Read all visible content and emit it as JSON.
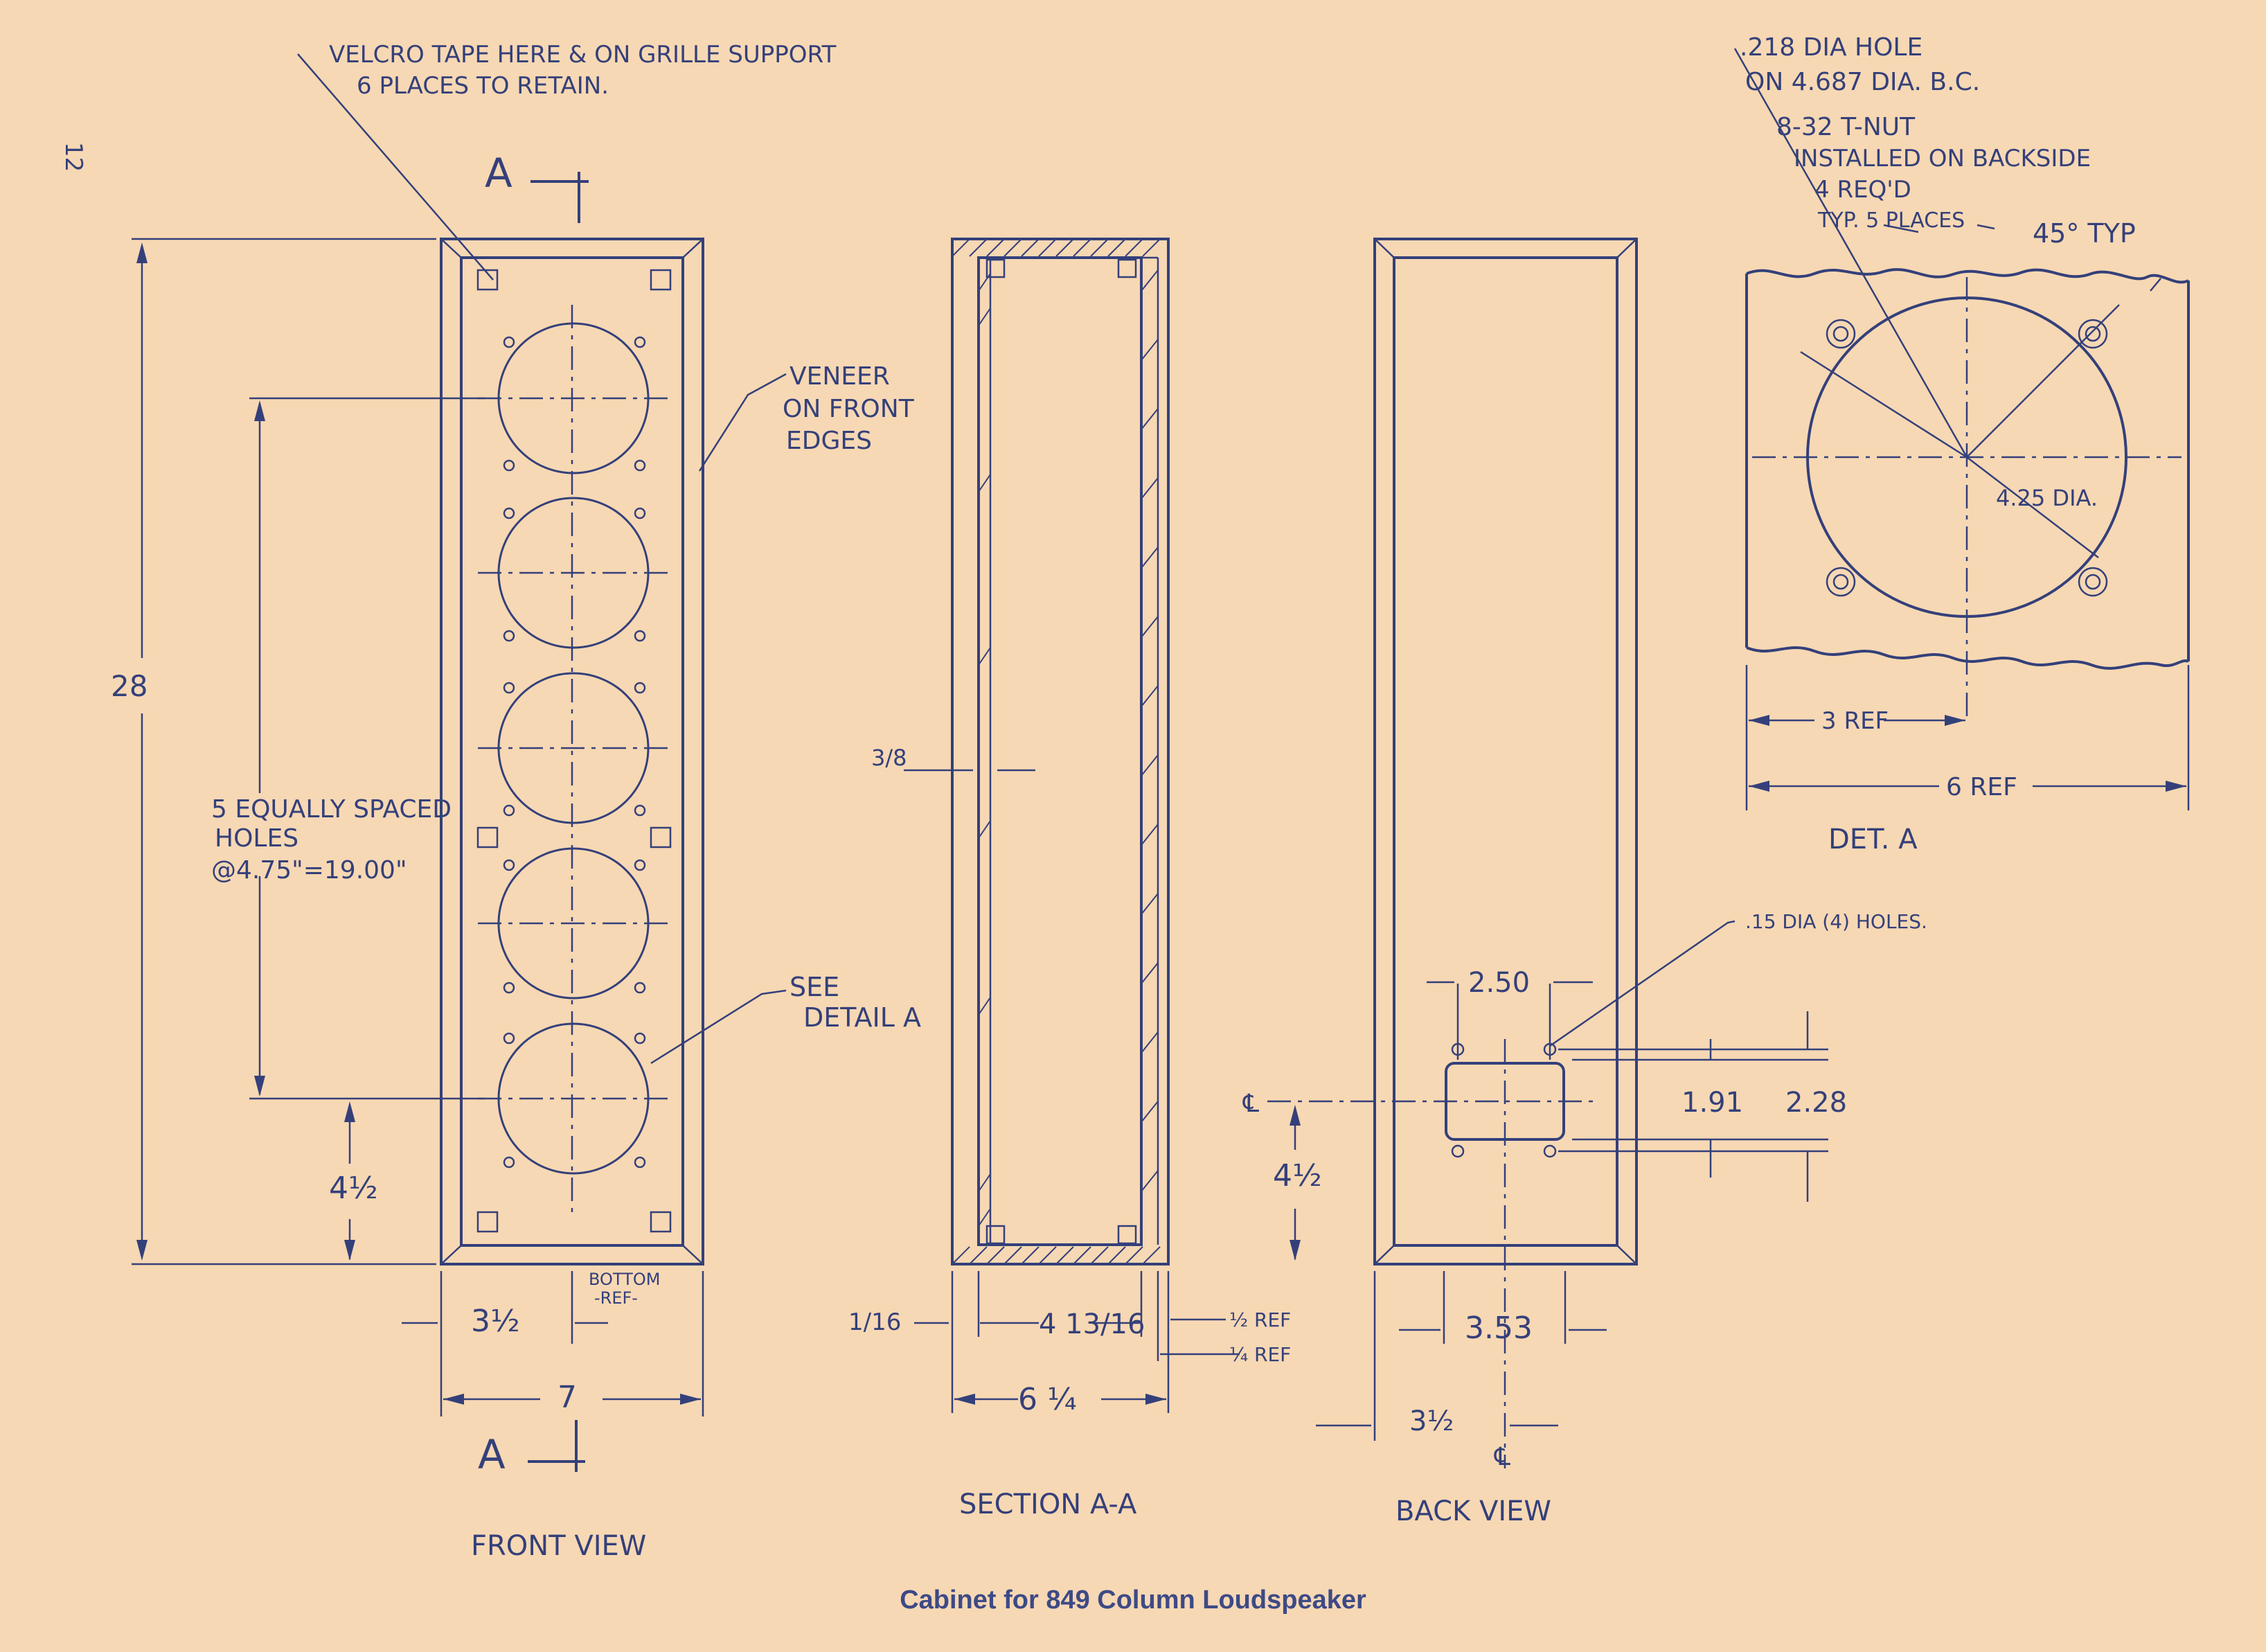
{
  "page_number": "12",
  "caption": "Cabinet for 849 Column Loudspeaker",
  "front_view": {
    "section_mark_top": "A",
    "section_mark_bottom": "A",
    "title": "FRONT VIEW",
    "note_velcro_line1": "VELCRO TAPE HERE & ON GRILLE SUPPORT",
    "note_velcro_line2": "6 PLACES TO RETAIN.",
    "note_veneer_line1": "VENEER",
    "note_veneer_line2": "ON FRONT",
    "note_veneer_line3": "EDGES",
    "note_holes_line1": "5 EQUALLY SPACED",
    "note_holes_line2": "HOLES",
    "note_holes_line3": "@4.75\"=19.00\"",
    "note_detail_line1": "SEE",
    "note_detail_line2": "DETAIL A",
    "dim_height": "28",
    "dim_bottom": "4½",
    "dim_half_width": "3½",
    "dim_width": "7",
    "bottom_ref_line1": "BOTTOM",
    "bottom_ref_line2": "-REF-"
  },
  "section_view": {
    "title": "SECTION A-A",
    "dim_thickness": "3/8",
    "dim_left": "1/16",
    "dim_inner": "4 13/16",
    "dim_half_ref": "½ REF",
    "dim_quarter_ref": "¼ REF",
    "dim_depth": "6 ¼"
  },
  "back_view": {
    "title": "BACK VIEW",
    "note_holes": ".15 DIA (4) HOLES.",
    "dim_spacing": "2.50",
    "dim_191": "1.91",
    "dim_228": "2.28",
    "dim_bottom": "4½",
    "dim_353": "3.53",
    "dim_half": "3½",
    "centerline": "℄"
  },
  "detail_a": {
    "title": "DET. A",
    "note_line1": ".218 DIA HOLE",
    "note_line2": "ON 4.687 DIA. B.C.",
    "note_line3": "8-32 T-NUT",
    "note_line4": "INSTALLED ON BACKSIDE",
    "note_line5": "4 REQ'D",
    "note_line6": "TYP. 5 PLACES",
    "angle": "45° TYP",
    "dia": "4.25 DIA.",
    "dim_3": "3 REF",
    "dim_6": "6 REF"
  },
  "colors": {
    "paper": "#f7d8b4",
    "ink": "#34407a"
  }
}
